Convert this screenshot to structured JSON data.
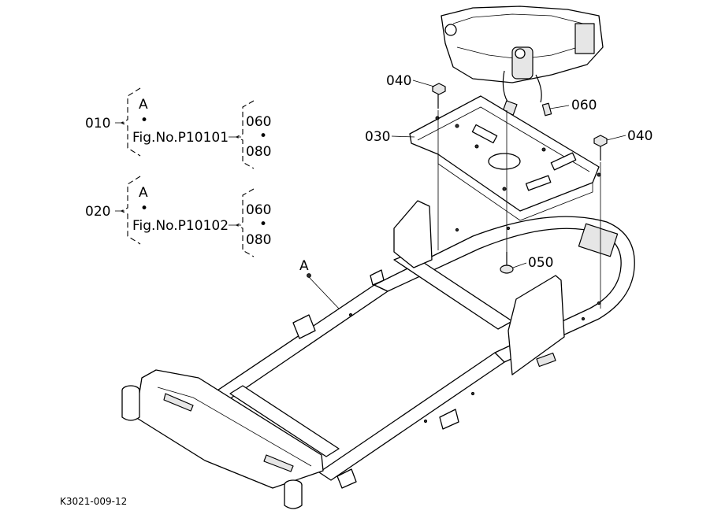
{
  "diagram_code": "K3021-009-12",
  "point_A": "A",
  "groups": [
    {
      "ref": "010",
      "top": "A",
      "dot": "•",
      "fig": "Fig.No.P10101",
      "upper": "060",
      "sep": "•",
      "lower": "080"
    },
    {
      "ref": "020",
      "top": "A",
      "dot": "•",
      "fig": "Fig.No.P10102",
      "upper": "060",
      "sep": "•",
      "lower": "080"
    }
  ],
  "callouts": {
    "bolt_left": "040",
    "bolt_right": "040",
    "seat_plate": "030",
    "clip": "060",
    "bolt_lower": "050"
  }
}
